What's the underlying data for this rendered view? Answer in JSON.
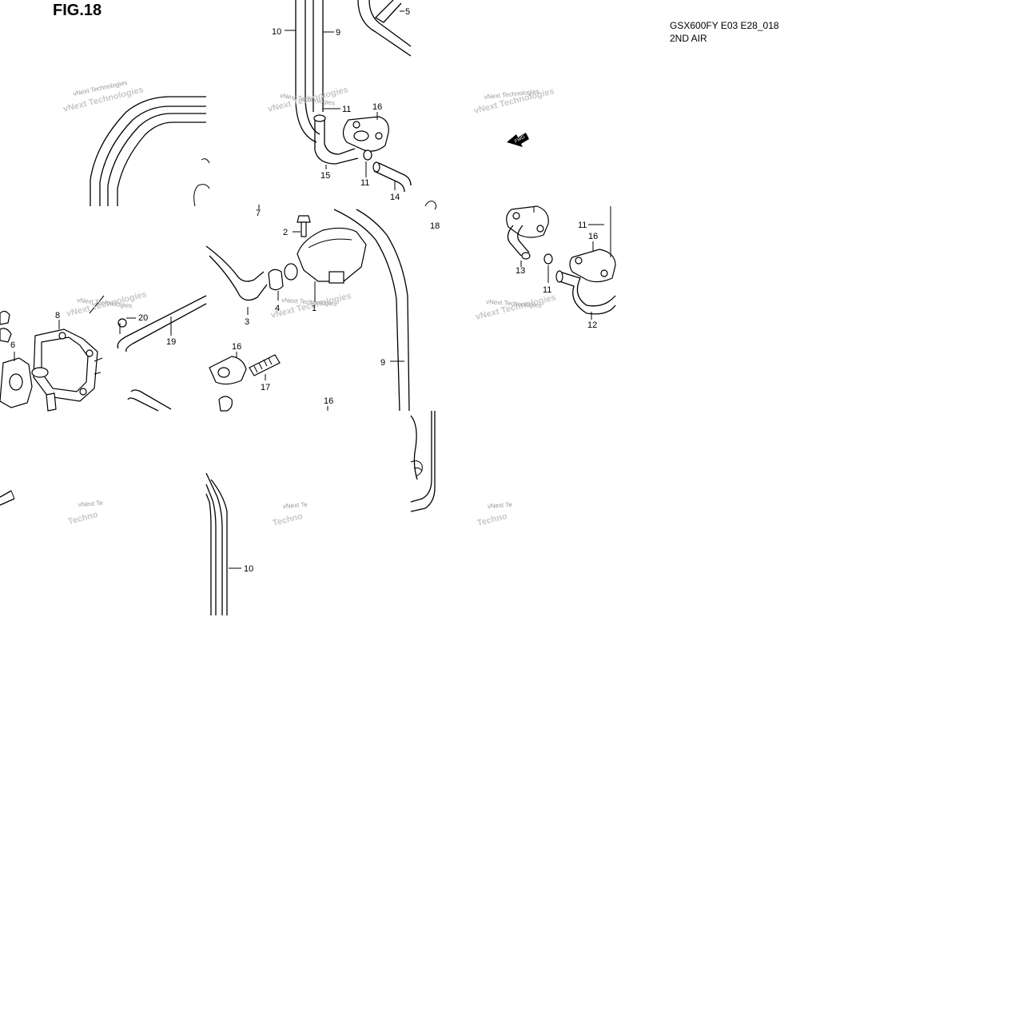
{
  "figure": {
    "title": "FIG.18",
    "model_code": "GSX600FY E03 E28_018",
    "section_name": "2ND AIR"
  },
  "watermark": {
    "text_small": "vNext Technologies",
    "text_partial": "vNext Te",
    "text_partial_2": "Techno"
  },
  "fwd_label": "FWD",
  "callouts": [
    {
      "id": "c10a",
      "text": "10"
    },
    {
      "id": "c9a",
      "text": "9"
    },
    {
      "id": "c5",
      "text": "5"
    },
    {
      "id": "c11a",
      "text": "11"
    },
    {
      "id": "c16a",
      "text": "16"
    },
    {
      "id": "c15",
      "text": "15"
    },
    {
      "id": "c11b",
      "text": "11"
    },
    {
      "id": "c14",
      "text": "14"
    },
    {
      "id": "c7",
      "text": "7"
    },
    {
      "id": "c2",
      "text": "2"
    },
    {
      "id": "c18",
      "text": "18"
    },
    {
      "id": "c4",
      "text": "4"
    },
    {
      "id": "c3",
      "text": "3"
    },
    {
      "id": "c1",
      "text": "1"
    },
    {
      "id": "c9b",
      "text": "9"
    },
    {
      "id": "c8",
      "text": "8"
    },
    {
      "id": "c20",
      "text": "20"
    },
    {
      "id": "c19",
      "text": "19"
    },
    {
      "id": "c6",
      "text": "6"
    },
    {
      "id": "c16b",
      "text": "16"
    },
    {
      "id": "c17",
      "text": "17"
    },
    {
      "id": "c16c",
      "text": "16"
    },
    {
      "id": "c11c",
      "text": "11"
    },
    {
      "id": "c16d",
      "text": "16"
    },
    {
      "id": "c13",
      "text": "13"
    },
    {
      "id": "c11d",
      "text": "11"
    },
    {
      "id": "c12",
      "text": "12"
    },
    {
      "id": "c10b",
      "text": "10"
    }
  ]
}
